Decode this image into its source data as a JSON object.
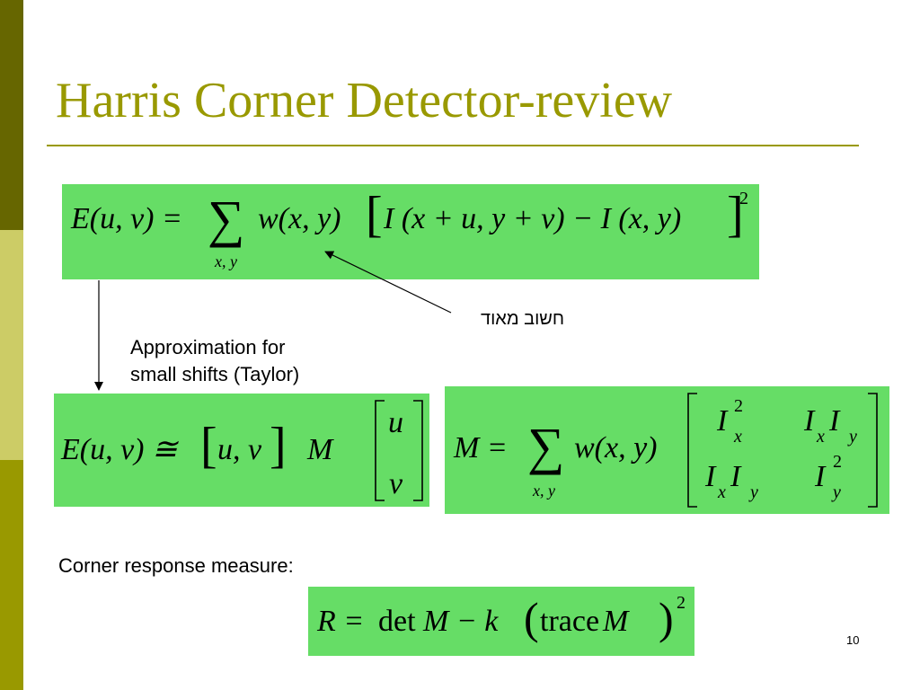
{
  "slide": {
    "title": "Harris Corner Detector-review",
    "page_number": "10",
    "colors": {
      "title": "#999900",
      "box_fill": "#66DD66",
      "sidebar": [
        "#666600",
        "#CCCC66",
        "#999900"
      ]
    }
  },
  "eq1": {
    "lhs": "E(u, v) = ",
    "sum_symbol": "∑",
    "sum_sub": "x, y",
    "body": "w(x, y)",
    "bracket_l": "[",
    "inner": "I (x + u, y + v) − I (x, y)",
    "bracket_r": "]",
    "sup": "2"
  },
  "annotation_hebrew": "חשוב מאוד",
  "approx_label": {
    "line1": "Approximation for",
    "line2": "small shifts (Taylor)"
  },
  "eq2": {
    "lhs": "E(u, v) ≅ ",
    "bracket_l": "[",
    "row": "u, v",
    "bracket_r": "]",
    "M": "M",
    "col_top": "u",
    "col_bottom": "v"
  },
  "eq3": {
    "lhs": "M = ",
    "sum_symbol": "∑",
    "sum_sub": "x, y",
    "body": "w(x, y)",
    "m11_base": "I",
    "m11_sub": "x",
    "m11_sup": "2",
    "m12_a": "I",
    "m12_a_sub": "x",
    "m12_b": "I",
    "m12_b_sub": "y",
    "m21_a": "I",
    "m21_a_sub": "x",
    "m21_b": "I",
    "m21_b_sub": "y",
    "m22_base": "I",
    "m22_sub": "y",
    "m22_sup": "2"
  },
  "response_label": "Corner response measure:",
  "eq4": {
    "lhs": "R = ",
    "det": "det",
    "M1": " M − k",
    "paren_l": "(",
    "trace": "trace",
    "M2": " M ",
    "paren_r": ")",
    "sup": "2"
  }
}
